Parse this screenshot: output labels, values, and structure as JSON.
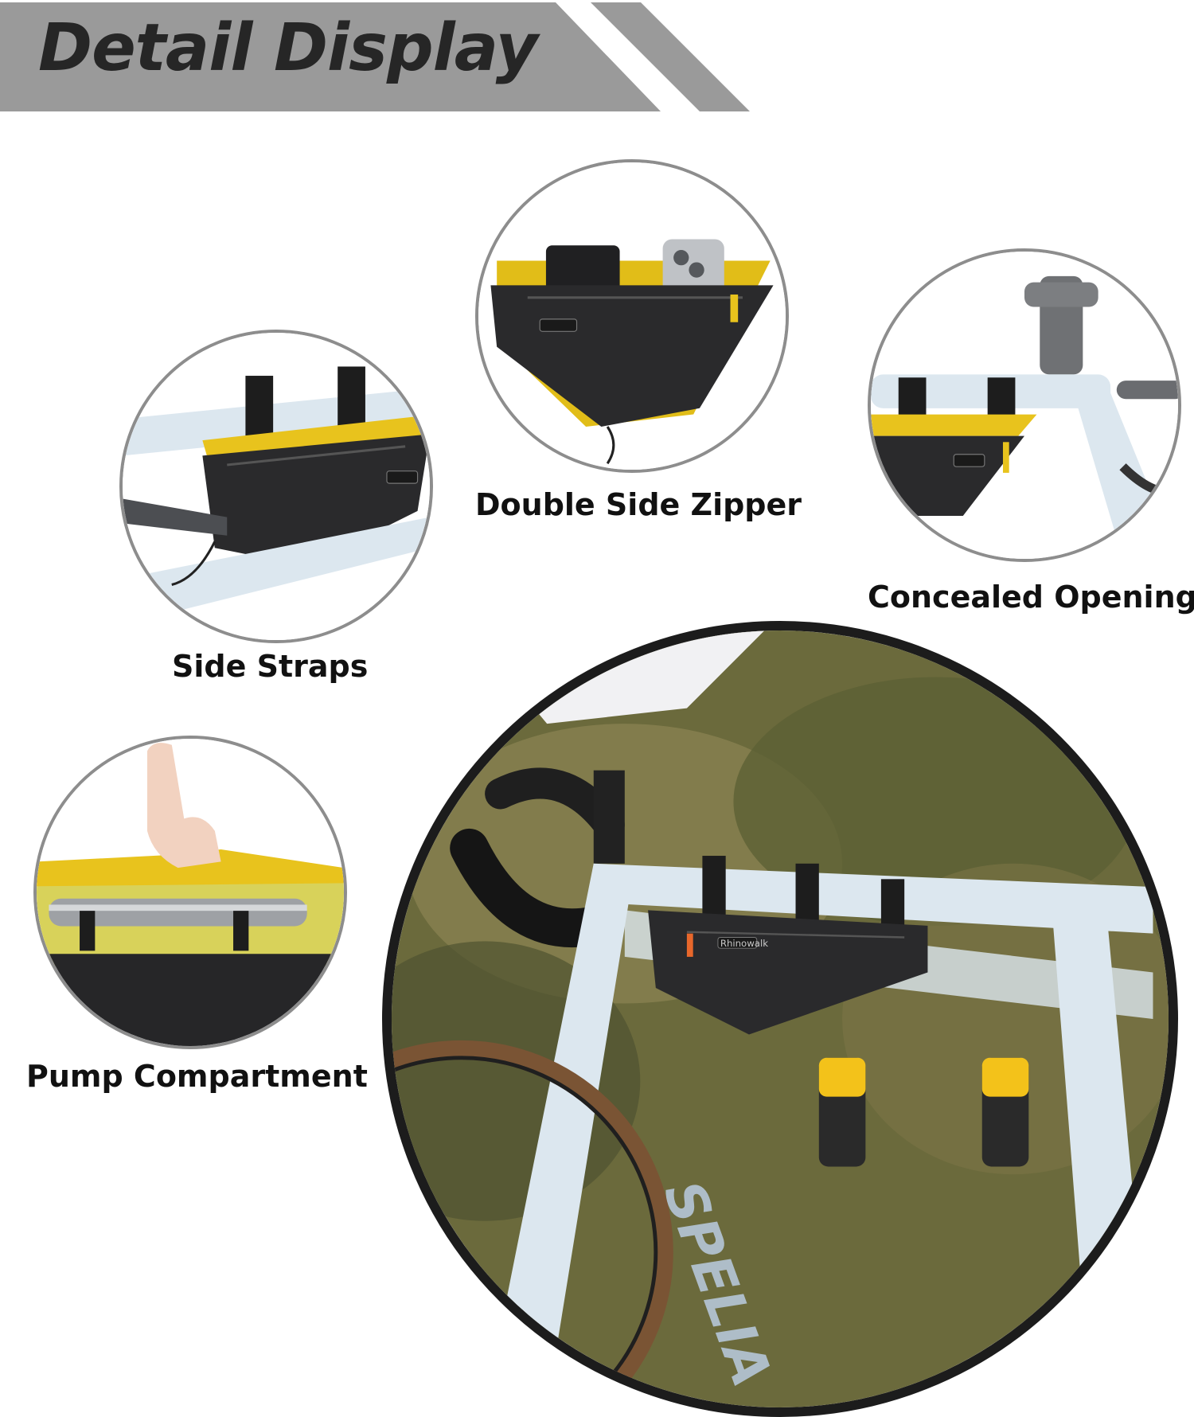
{
  "header": {
    "title": "Detail Display"
  },
  "features": [
    {
      "id": "double-side-zipper",
      "label": "Double Side Zipper"
    },
    {
      "id": "concealed-opening",
      "label": "Concealed Opening"
    },
    {
      "id": "side-straps",
      "label": "Side Straps"
    },
    {
      "id": "pump-compartment",
      "label": "Pump Compartment"
    }
  ],
  "photo": {
    "brand_mark": "Rhinowalk",
    "frame_lettering": "SPELIA"
  },
  "colors": {
    "banner_gray": "#9a9a9a",
    "title_text": "#262626",
    "circle_border": "#8d8d8d",
    "hero_border": "#1c1c1c",
    "bag_black": "#2a2a2c",
    "bag_yellow": "#e8c31d",
    "frame_blue": "#dce7ef"
  }
}
